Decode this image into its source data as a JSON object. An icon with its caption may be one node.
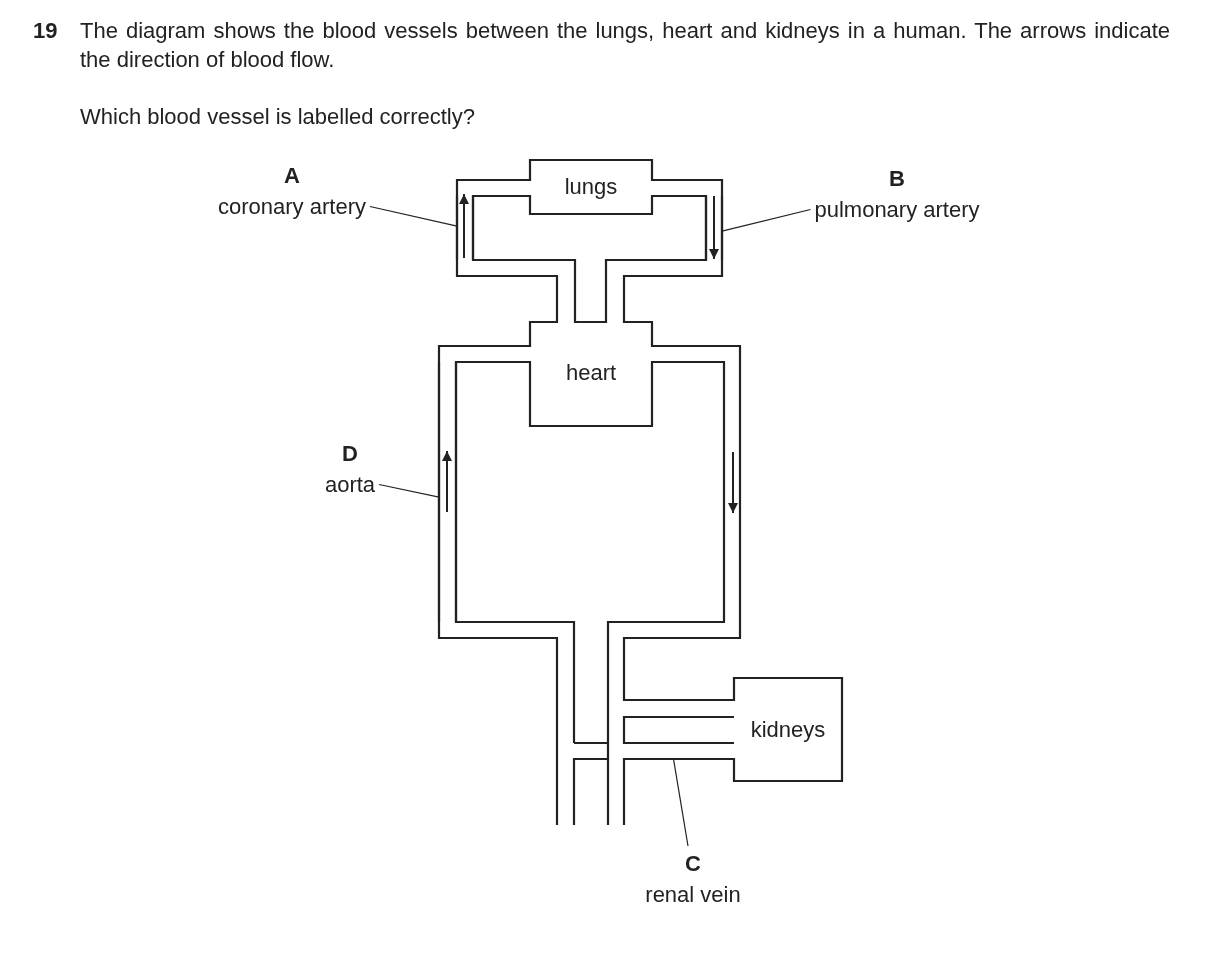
{
  "diagram": {
    "title": "The diagram shows the blood vessels between the lungs, heart and kidneys in a human. The arrows indicate the direction of blood flow.",
    "nodes": [
      {
        "text": [
          "lungs"
        ]
      },
      {
        "text": [
          "heart"
        ]
      },
      {
        "text": [
          "kidneys"
        ]
      },
      {
        "text": [
          "A",
          "coronary artery"
        ]
      },
      {
        "text": [],
        "shape": "bar"
      },
      {
        "text": [
          "B",
          "pulmonary artery"
        ]
      },
      {
        "text": [],
        "shape": "bar"
      },
      {
        "text": [
          "C",
          "renal vein"
        ]
      },
      {
        "text": [],
        "shape": "bar"
      },
      {
        "text": [
          "D",
          "aorta"
        ]
      },
      {
        "text": [],
        "shape": "bar"
      }
    ],
    "edges": [
      {
        "from": 3,
        "to": 4,
        "arrow": "none"
      },
      {
        "from": 5,
        "to": 6,
        "arrow": "none"
      },
      {
        "from": 7,
        "to": 8,
        "arrow": "none"
      },
      {
        "from": 9,
        "to": 10,
        "arrow": "none"
      }
    ],
    "labels": [
      "19",
      "Which blood vessel is labelled correctly?"
    ]
  }
}
